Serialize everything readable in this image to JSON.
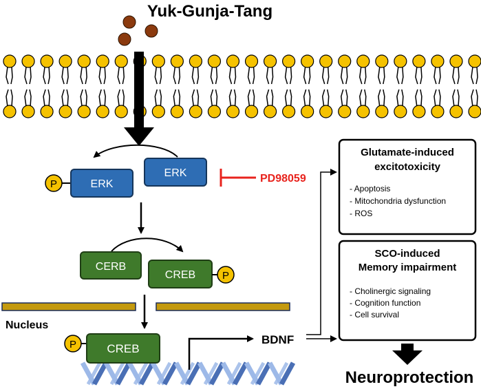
{
  "title": "Yuk-Gunja-Tang",
  "inhibitor": "PD98059",
  "erk_label": "ERK",
  "cerb_label": "CERB",
  "creb_label": "CREB",
  "phospho_label": "P",
  "nucleus_label": "Nucleus",
  "bdnf_label": "BDNF",
  "glutamate_box": {
    "title_line1": "Glutamate-induced",
    "title_line2": "excitotoxicity",
    "items": [
      "- Apoptosis",
      "- Mitochondria dysfunction",
      "- ROS"
    ]
  },
  "sco_box": {
    "title_line1": "SCO-induced",
    "title_line2": "Memory impairment",
    "items": [
      "- Cholinergic signaling",
      "- Cognition function",
      "- Cell survival"
    ]
  },
  "outcome": "Neuroprotection",
  "colors": {
    "lipid_head": "#F5C200",
    "erk_fill": "#2E6DB4",
    "creb_fill": "#3F7A2B",
    "inhibitor_red": "#E8231D",
    "compound_brown": "#8B3A0E",
    "nuclear_membrane": "#C49A0F",
    "dna_light": "#9DB9E8",
    "dna_dark": "#4A6FB5"
  }
}
